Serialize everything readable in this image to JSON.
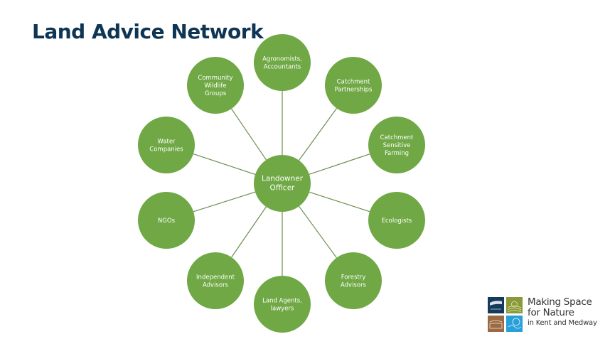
{
  "title": "Land Advice Network",
  "colors": {
    "node_fill": "#6fa844",
    "line": "#6b8f4e",
    "title": "#0f3554"
  },
  "center": {
    "label_lines": [
      "Landowner",
      "Officer"
    ]
  },
  "nodes": [
    {
      "label_lines": [
        "Agronomists,",
        "Accountants"
      ]
    },
    {
      "label_lines": [
        "Catchment",
        "Partnerships"
      ]
    },
    {
      "label_lines": [
        "Catchment",
        "Sensitive",
        "Farming"
      ]
    },
    {
      "label_lines": [
        "Ecologists"
      ]
    },
    {
      "label_lines": [
        "Forestry",
        "Advisors"
      ]
    },
    {
      "label_lines": [
        "Land Agents,",
        "lawyers"
      ]
    },
    {
      "label_lines": [
        "Independent",
        "Advisors"
      ]
    },
    {
      "label_lines": [
        "NGOs"
      ]
    },
    {
      "label_lines": [
        "Water",
        "Companies"
      ]
    },
    {
      "label_lines": [
        "Community",
        "Wildlife",
        "Groups"
      ]
    }
  ],
  "logo": {
    "line1": "Making Space",
    "line2": "for Nature",
    "line3": "in Kent and Medway",
    "tile_colors": [
      "#143a5c",
      "#8a9a3a",
      "#9b6a44",
      "#2aa0d8"
    ]
  }
}
